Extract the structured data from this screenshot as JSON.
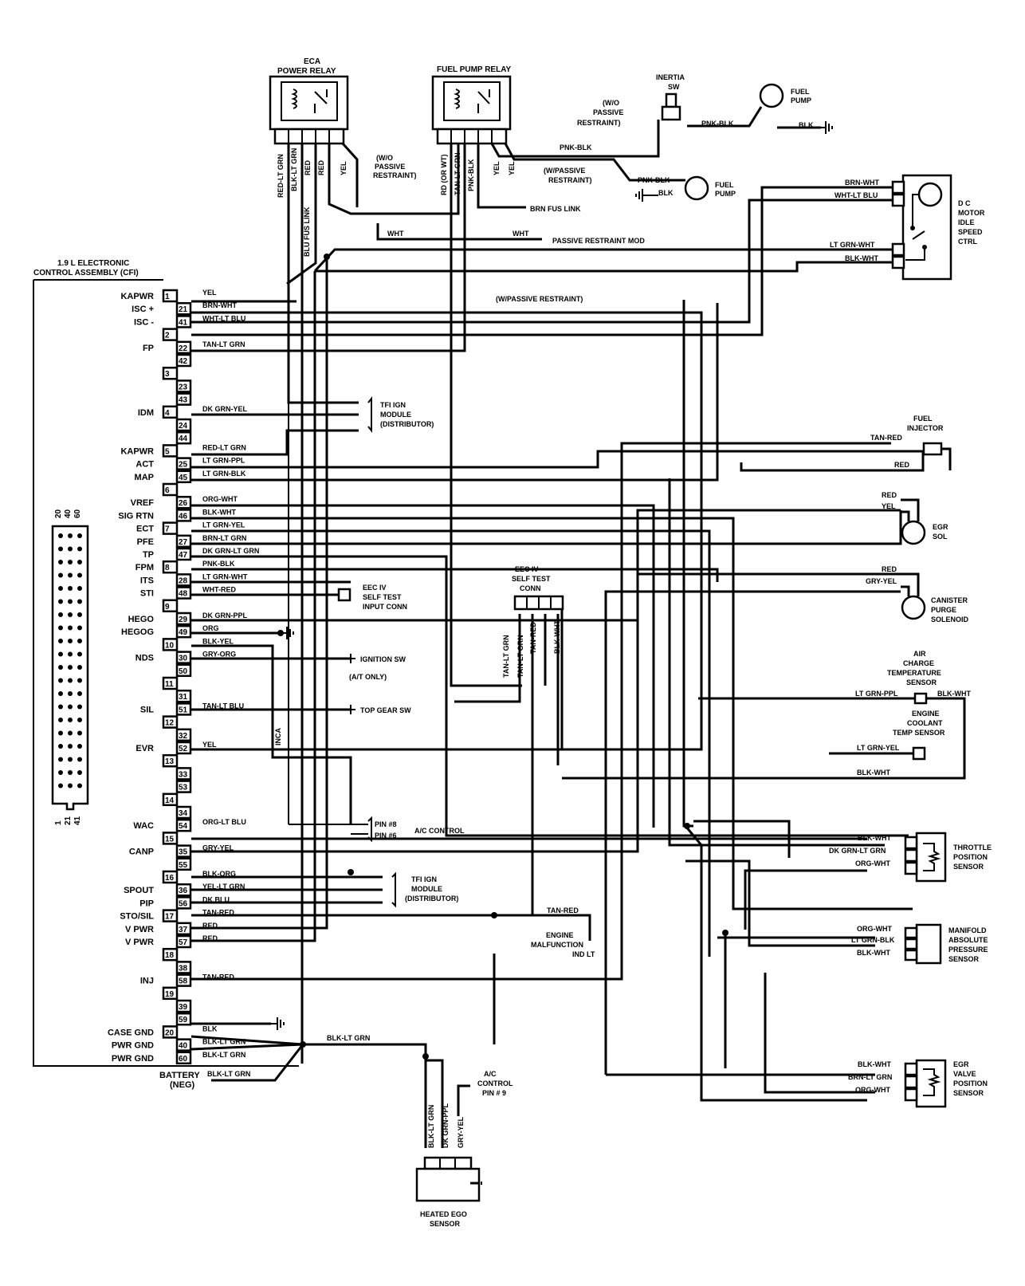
{
  "ecu": {
    "title_line1": "1.9 L ELECTRONIC",
    "title_line2": "CONTROL ASSEMBLY (CFI)",
    "pins": [
      {
        "num": "1",
        "label": "KAPWR",
        "wire": "YEL"
      },
      {
        "num": "21",
        "label": "ISC +",
        "wire": "BRN-WHT"
      },
      {
        "num": "41",
        "label": "ISC -",
        "wire": "WHT-LT BLU"
      },
      {
        "num": "2",
        "label": "",
        "wire": ""
      },
      {
        "num": "22",
        "label": "FP",
        "wire": "TAN-LT GRN"
      },
      {
        "num": "42",
        "label": "",
        "wire": ""
      },
      {
        "num": "3",
        "label": "",
        "wire": ""
      },
      {
        "num": "23",
        "label": "",
        "wire": ""
      },
      {
        "num": "43",
        "label": "",
        "wire": ""
      },
      {
        "num": "4",
        "label": "IDM",
        "wire": "DK GRN-YEL"
      },
      {
        "num": "24",
        "label": "",
        "wire": ""
      },
      {
        "num": "44",
        "label": "",
        "wire": ""
      },
      {
        "num": "5",
        "label": "KAPWR",
        "wire": "RED-LT GRN"
      },
      {
        "num": "25",
        "label": "ACT",
        "wire": "LT GRN-PPL"
      },
      {
        "num": "45",
        "label": "MAP",
        "wire": "LT GRN-BLK"
      },
      {
        "num": "6",
        "label": "",
        "wire": ""
      },
      {
        "num": "26",
        "label": "VREF",
        "wire": "ORG-WHT"
      },
      {
        "num": "46",
        "label": "SIG RTN",
        "wire": "BLK-WHT"
      },
      {
        "num": "7",
        "label": "ECT",
        "wire": "LT GRN-YEL"
      },
      {
        "num": "27",
        "label": "PFE",
        "wire": "BRN-LT GRN"
      },
      {
        "num": "47",
        "label": "TP",
        "wire": "DK GRN-LT GRN"
      },
      {
        "num": "8",
        "label": "FPM",
        "wire": "PNK-BLK"
      },
      {
        "num": "28",
        "label": "ITS",
        "wire": "LT GRN-WHT"
      },
      {
        "num": "48",
        "label": "STI",
        "wire": "WHT-RED"
      },
      {
        "num": "9",
        "label": "",
        "wire": ""
      },
      {
        "num": "29",
        "label": "HEGO",
        "wire": "DK GRN-PPL"
      },
      {
        "num": "49",
        "label": "HEGOG",
        "wire": "ORG"
      },
      {
        "num": "10",
        "label": "",
        "wire": "BLK-YEL"
      },
      {
        "num": "30",
        "label": "NDS",
        "wire": "GRY-ORG"
      },
      {
        "num": "50",
        "label": "",
        "wire": ""
      },
      {
        "num": "11",
        "label": "",
        "wire": ""
      },
      {
        "num": "31",
        "label": "",
        "wire": ""
      },
      {
        "num": "51",
        "label": "SIL",
        "wire": "TAN-LT BLU"
      },
      {
        "num": "12",
        "label": "",
        "wire": ""
      },
      {
        "num": "32",
        "label": "",
        "wire": ""
      },
      {
        "num": "52",
        "label": "EVR",
        "wire": "YEL"
      },
      {
        "num": "13",
        "label": "",
        "wire": ""
      },
      {
        "num": "33",
        "label": "",
        "wire": ""
      },
      {
        "num": "53",
        "label": "",
        "wire": ""
      },
      {
        "num": "14",
        "label": "",
        "wire": ""
      },
      {
        "num": "34",
        "label": "",
        "wire": ""
      },
      {
        "num": "54",
        "label": "WAC",
        "wire": "ORG-LT BLU"
      },
      {
        "num": "15",
        "label": "",
        "wire": ""
      },
      {
        "num": "35",
        "label": "CANP",
        "wire": "GRY-YEL"
      },
      {
        "num": "55",
        "label": "",
        "wire": ""
      },
      {
        "num": "16",
        "label": "",
        "wire": "BLK-ORG"
      },
      {
        "num": "36",
        "label": "SPOUT",
        "wire": "YEL-LT GRN"
      },
      {
        "num": "56",
        "label": "PIP",
        "wire": "DK BLU"
      },
      {
        "num": "17",
        "label": "STO/SIL",
        "wire": "TAN-RED"
      },
      {
        "num": "37",
        "label": "V PWR",
        "wire": "RED"
      },
      {
        "num": "57",
        "label": "V PWR",
        "wire": "RED"
      },
      {
        "num": "18",
        "label": "",
        "wire": ""
      },
      {
        "num": "38",
        "label": "",
        "wire": ""
      },
      {
        "num": "58",
        "label": "INJ",
        "wire": "TAN-RED"
      },
      {
        "num": "19",
        "label": "",
        "wire": ""
      },
      {
        "num": "39",
        "label": "",
        "wire": ""
      },
      {
        "num": "59",
        "label": "",
        "wire": ""
      },
      {
        "num": "20",
        "label": "CASE GND",
        "wire": "BLK"
      },
      {
        "num": "40",
        "label": "PWR GND",
        "wire": "BLK-LT GRN"
      },
      {
        "num": "60",
        "label": "PWR GND",
        "wire": "BLK-LT GRN"
      }
    ],
    "battery_line1": "BATTERY",
    "battery_line2": "(NEG)",
    "battery_wire": "BLK-LT GRN",
    "ground_splice_wire": "BLK-LT GRN"
  },
  "connector_view": {
    "top_numbers": [
      "20",
      "40",
      "60"
    ],
    "bottom_numbers": [
      "1",
      "21",
      "41"
    ]
  },
  "eec_relay": {
    "title1": "ECA",
    "title2": "POWER RELAY",
    "wires": [
      "RED-LT GRN",
      "BLK-LT GRN",
      "RED",
      "RED",
      "YEL"
    ],
    "fuse_link": "BLU FUS LINK"
  },
  "fuel_pump_relay": {
    "title": "FUEL PUMP RELAY",
    "wires": [
      "RD (OR WT)",
      "TAN-LT GRN",
      "PNK-BLK",
      "YEL",
      "YEL"
    ],
    "fuse_link": "BRN FUS LINK"
  },
  "top_notes": {
    "wo_passive_1": "(W/O",
    "wo_passive_2": "PASSIVE",
    "wo_passive_3": "RESTRAINT)",
    "w_passive_1": "(W/PASSIVE",
    "w_passive_2": "RESTRAINT)",
    "wo_passive_b1": "(W/O",
    "wo_passive_b2": "PASSIVE",
    "wo_passive_b3": "RESTRAINT)",
    "passive_mod": "PASSIVE RESTRAINT MOD",
    "w_passive_restraint": "(W/PASSIVE RESTRAINT)",
    "wht1": "WHT",
    "wht2": "WHT"
  },
  "inertia_sw": {
    "title1": "INERTIA",
    "title2": "SW",
    "wire": "PNK-BLK",
    "wire2": "PNK-BLK"
  },
  "fuel_pump_top": {
    "title1": "FUEL",
    "title2": "PUMP",
    "wire": "BLK"
  },
  "fuel_pump_mid": {
    "title1": "FUEL",
    "title2": "PUMP",
    "wire1": "PNK-BLK",
    "wire2": "BLK"
  },
  "dc_motor": {
    "title": [
      "D C",
      "MOTOR",
      "IDLE",
      "SPEED",
      "CTRL"
    ],
    "wires": [
      "BRN-WHT",
      "WHT-LT BLU",
      "LT GRN-WHT",
      "BLK-WHT"
    ]
  },
  "tfi_module_top": {
    "line1": "TFI IGN",
    "line2": "MODULE",
    "line3": "(DISTRIBUTOR)"
  },
  "tfi_module_bottom": {
    "line1": "TFI IGN",
    "line2": "MODULE",
    "line3": "(DISTRIBUTOR)"
  },
  "self_test_input": {
    "line1": "EEC IV",
    "line2": "SELF TEST",
    "line3": "INPUT CONN"
  },
  "self_test_conn": {
    "line1": "EEC IV",
    "line2": "SELF TEST",
    "line3": "CONN",
    "wires": [
      "TAN-LT GRN",
      "TAN-LT GRN",
      "TAN-RED",
      "BLK-WHT"
    ]
  },
  "ignition_sw": {
    "label": "IGNITION SW",
    "note": "(A/T ONLY)"
  },
  "top_gear_sw": {
    "label": "TOP GEAR SW"
  },
  "inca": {
    "label": "INCA"
  },
  "ac_control": {
    "pin1": "PIN #8",
    "pin2": "PIN #6",
    "label": "A/C CONTROL"
  },
  "engine_malfunction": {
    "wire": "TAN-RED",
    "line1": "ENGINE",
    "line2": "MALFUNCTION",
    "line3": "IND LT"
  },
  "fuel_injector": {
    "title1": "FUEL",
    "title2": "INJECTOR",
    "wire1": "TAN-RED",
    "wire2": "RED"
  },
  "egr_sol": {
    "title1": "EGR",
    "title2": "SOL",
    "wire1": "RED",
    "wire2": "YEL"
  },
  "canister": {
    "title1": "CANISTER",
    "title2": "PURGE",
    "title3": "SOLENOID",
    "wire1": "RED",
    "wire2": "GRY-YEL"
  },
  "air_charge": {
    "title1": "AIR",
    "title2": "CHARGE",
    "title3": "TEMPERATURE",
    "title4": "SENSOR",
    "wire1": "LT GRN-PPL",
    "wire2": "BLK-WHT"
  },
  "coolant": {
    "title1": "ENGINE",
    "title2": "COOLANT",
    "title3": "TEMP SENSOR",
    "wire1": "LT GRN-YEL",
    "wire2": "BLK-WHT"
  },
  "throttle": {
    "title": [
      "THROTTLE",
      "POSITION",
      "SENSOR"
    ],
    "wires": [
      "BLK-WHT",
      "DK GRN-LT GRN",
      "ORG-WHT"
    ]
  },
  "map": {
    "title": [
      "MANIFOLD",
      "ABSOLUTE",
      "PRESSURE",
      "SENSOR"
    ],
    "wires": [
      "ORG-WHT",
      "LT GRN-BLK",
      "BLK-WHT"
    ]
  },
  "egr_valve": {
    "title": [
      "EGR",
      "VALVE",
      "POSITION",
      "SENSOR"
    ],
    "wires": [
      "BLK-WHT",
      "BRN-LT GRN",
      "ORG-WHT"
    ]
  },
  "heated_ego": {
    "title1": "HEATED EGO",
    "title2": "SENSOR",
    "wires": [
      "BLK-LT GRN",
      "DK GRN-PPL",
      "GRY-YEL"
    ],
    "ac_note1": "A/C",
    "ac_note2": "CONTROL",
    "ac_note3": "PIN # 9"
  }
}
